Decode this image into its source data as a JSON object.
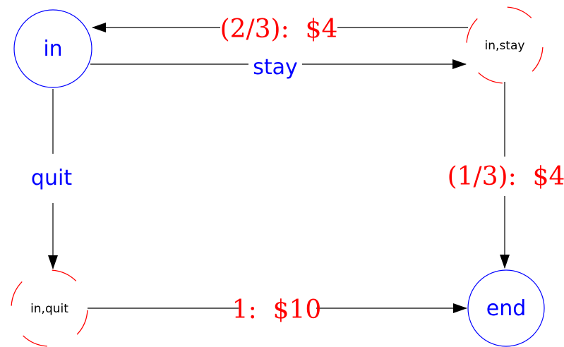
{
  "nodes": {
    "in": {
      "label": "in",
      "kind": "state"
    },
    "in_stay": {
      "label": "in,stay",
      "kind": "chance"
    },
    "in_quit": {
      "label": "in,quit",
      "kind": "chance"
    },
    "end": {
      "label": "end",
      "kind": "state"
    }
  },
  "edges": {
    "in_stay_to_in": {
      "label": "(2/3):  $4"
    },
    "in_to_in_stay": {
      "label": "stay"
    },
    "in_to_in_quit": {
      "label": "quit"
    },
    "in_stay_to_end": {
      "label": "(1/3):  $4"
    },
    "in_quit_to_end": {
      "label": "1:  $10"
    }
  },
  "colors": {
    "state_outline": "#0000ff",
    "chance_outline": "#ff0000",
    "action_label": "#0000ff",
    "reward_label": "#ff0000",
    "edge": "#000000"
  }
}
